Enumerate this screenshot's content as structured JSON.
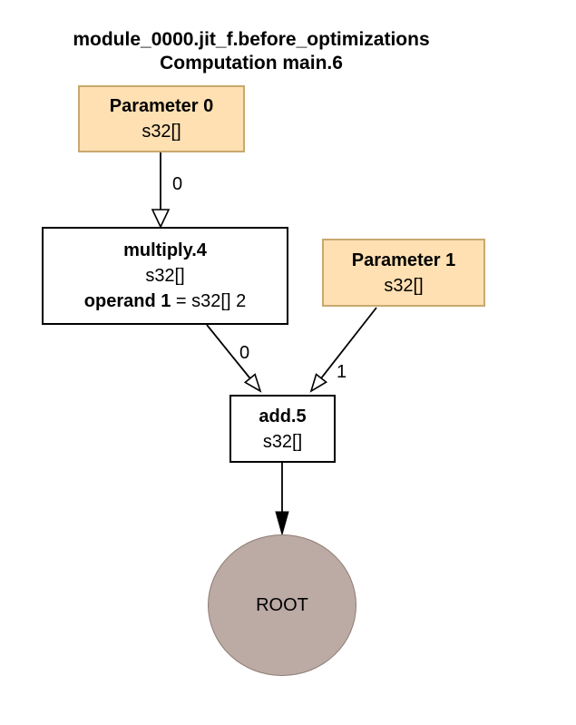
{
  "title": {
    "line1": "module_0000.jit_f.before_optimizations",
    "line2": "Computation main.6"
  },
  "colors": {
    "canvas_bg": "#ffffff",
    "parameter_fill": "#ffe0b2",
    "parameter_border": "#c9a86f",
    "op_fill": "#ffffff",
    "op_border": "#000000",
    "root_fill": "#bcaaa4",
    "root_border": "#8d7d74",
    "edge": "#000000",
    "text": "#000000"
  },
  "nodes": {
    "parameter0": {
      "name": "Parameter 0",
      "dtype": "s32[]"
    },
    "parameter1": {
      "name": "Parameter 1",
      "dtype": "s32[]"
    },
    "multiply": {
      "name": "multiply.4",
      "dtype": "s32[]",
      "operand_label": "operand 1",
      "operand_value": " = s32[] 2"
    },
    "add": {
      "name": "add.5",
      "dtype": "s32[]"
    },
    "root": {
      "label": "ROOT"
    }
  },
  "edges": [
    {
      "from": "Parameter 0",
      "to": "multiply.4",
      "label": "0"
    },
    {
      "from": "multiply.4",
      "to": "add.5",
      "label": "0"
    },
    {
      "from": "Parameter 1",
      "to": "add.5",
      "label": "1"
    },
    {
      "from": "add.5",
      "to": "ROOT",
      "label": ""
    }
  ]
}
